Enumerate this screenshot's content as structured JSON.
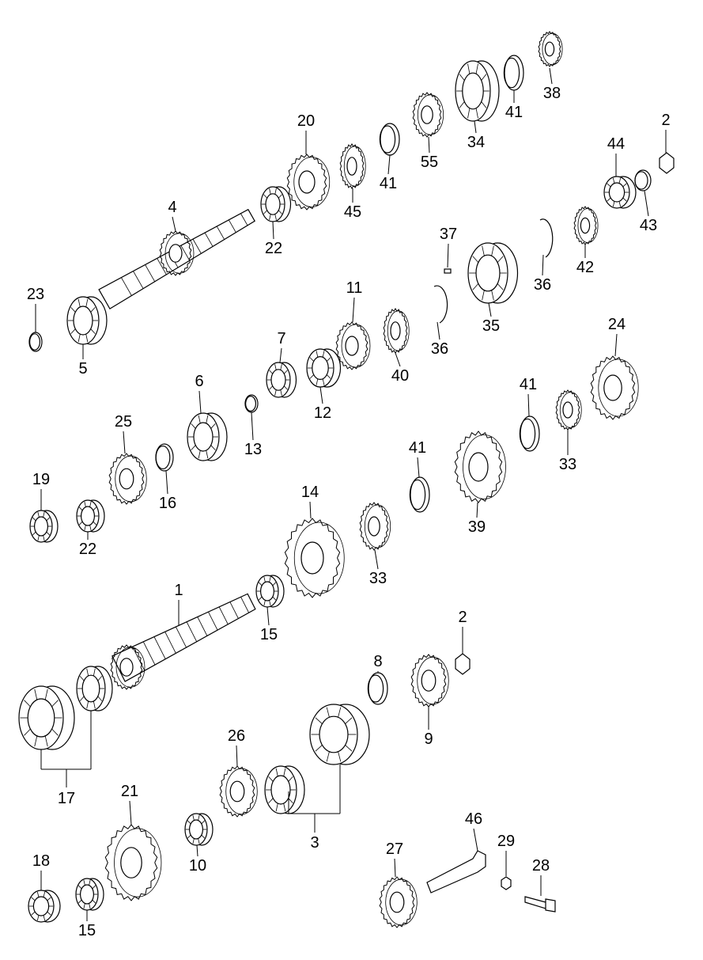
{
  "title": "Transmission gear train exploded parts diagram",
  "callouts": [
    "38",
    "41",
    "34",
    "55",
    "41",
    "45",
    "20",
    "22",
    "4",
    "23",
    "5",
    "2",
    "44",
    "43",
    "42",
    "36",
    "37",
    "35",
    "36",
    "40",
    "11",
    "12",
    "7",
    "13",
    "6",
    "25",
    "16",
    "19",
    "22",
    "24",
    "41",
    "33",
    "41",
    "39",
    "14",
    "33",
    "1",
    "15",
    "2",
    "8",
    "9",
    "17",
    "26",
    "3",
    "21",
    "10",
    "18",
    "15",
    "27",
    "46",
    "29",
    "28"
  ],
  "colors": {
    "line": "#000000",
    "background": "#ffffff"
  }
}
